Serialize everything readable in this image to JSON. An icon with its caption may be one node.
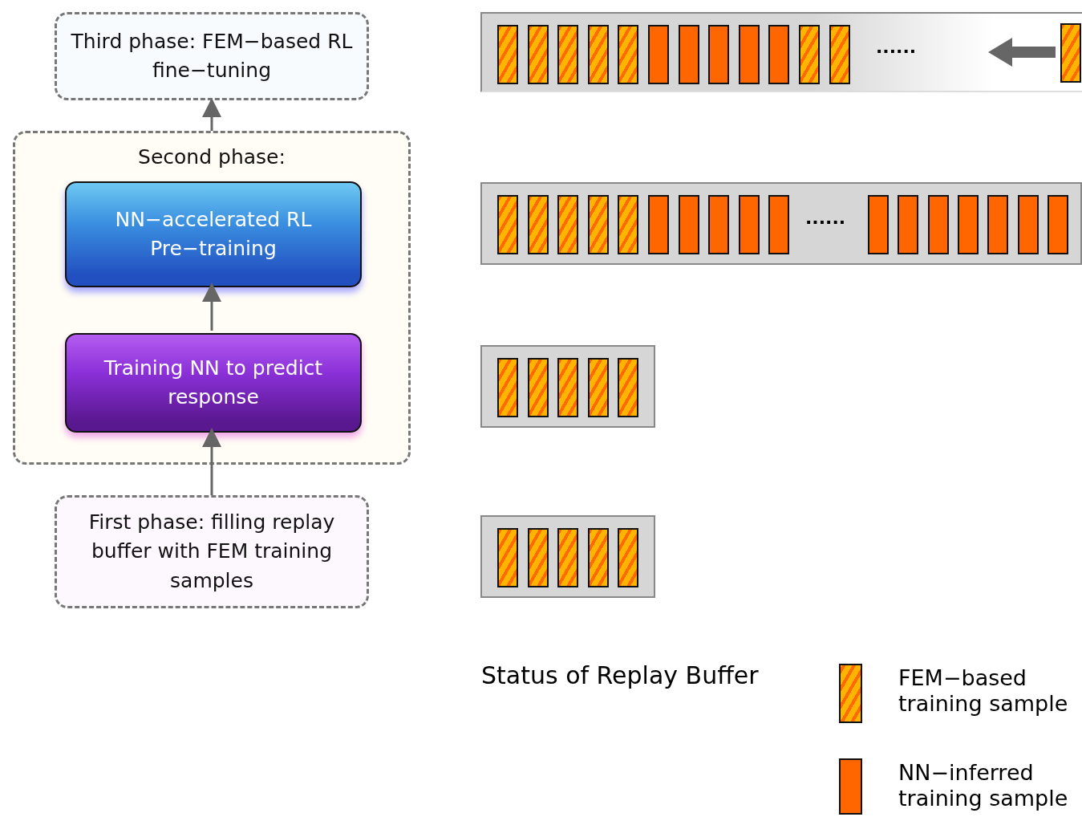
{
  "diagram": {
    "nodes": [
      {
        "text": [
          "Third phase: FEM−based RL fine−tuning"
        ]
      },
      {
        "text": [
          "Second phase:"
        ]
      },
      {
        "text": [
          "NN−accelerated RL Pre−training"
        ],
        "in": 1
      },
      {
        "text": [
          "Training NN to predict response"
        ],
        "in": 1
      },
      {
        "text": [
          "First phase: filling replay buffer with FEM training samples"
        ]
      }
    ],
    "edges": [
      {
        "from": 4,
        "to": 3,
        "arrow": "to"
      },
      {
        "from": 3,
        "to": 2,
        "arrow": "to"
      },
      {
        "from": 1,
        "to": 0,
        "arrow": "to"
      }
    ],
    "labels": [
      "......",
      "......",
      "Status of Replay Buffer"
    ],
    "legend": [
      {
        "text": "FEM−based training sample"
      },
      {
        "text": "NN−inferred training sample",
        "color": "#ff6600"
      }
    ]
  }
}
